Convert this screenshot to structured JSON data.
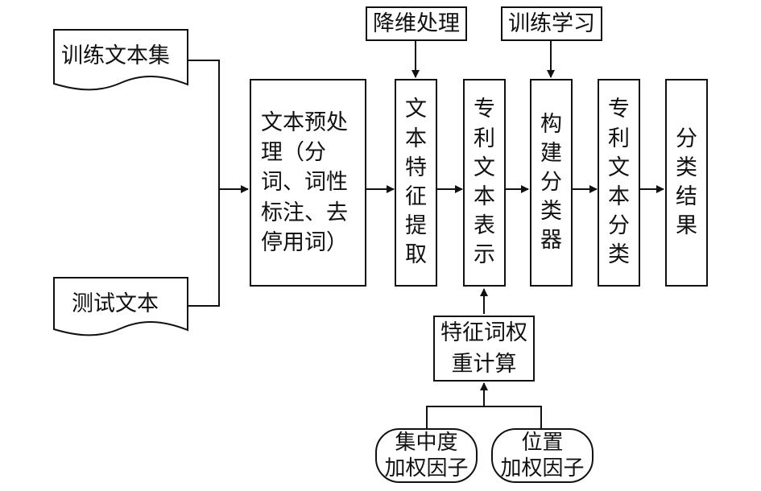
{
  "inputs": {
    "training_text_set": "训练文本集",
    "test_text": "测试文本"
  },
  "nodes": {
    "preprocess": "文本预处理（分\n词、词性\n标注、去\n停用词）",
    "feature_extraction": "文\n本\n特\n征\n提\n取",
    "patent_text_representation": "专\n利\n文\n本\n表\n示",
    "build_classifier": "构\n建\n分\n类\n器",
    "patent_text_classification": "专\n利\n文\n本\n分\n类",
    "classification_result": "分\n类\n结\n果",
    "dimension_reduction": "降维处理",
    "training_learning": "训练学习",
    "feature_weighting": "特征词权\n重计算",
    "concentration_factor": "集中度\n加权因子",
    "position_factor": "位置\n加权因子"
  }
}
